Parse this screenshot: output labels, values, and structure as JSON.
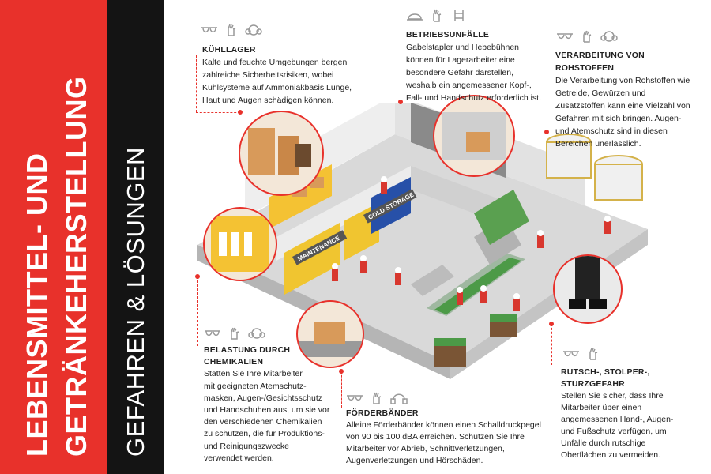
{
  "sidebar": {
    "title_line1": "LEBENSMITTEL- UND",
    "title_line2": "GETRÄNKEHERSTELLUNG",
    "subtitle": "GEFAHREN & LÖSUNGEN"
  },
  "scene": {
    "sign_maintenance": "MAINTENANCE",
    "sign_cold_storage": "COLD STORAGE"
  },
  "hazards": {
    "kuehllager": {
      "title": "KÜHLLAGER",
      "text_lines": [
        "Kalte und feuchte Umgebungen bergen",
        "zahlreiche Sicherheitsrisiken, wobei",
        "Kühlsysteme auf Ammoniakbasis Lunge,",
        "Haut und Augen schädigen können."
      ],
      "icons": [
        "safety-glasses-icon",
        "glove-icon",
        "respirator-icon"
      ]
    },
    "betriebsunfaelle": {
      "title": "BETRIEBSUNFÄLLE",
      "text_lines": [
        "Gabelstapler und Hebebühnen",
        "können für Lagerarbeiter eine",
        "besondere Gefahr darstellen,",
        "weshalb ein angemessener Kopf-,",
        "Fall- und Handschutz erforderlich ist."
      ],
      "icons": [
        "hard-hat-icon",
        "glove-icon",
        "harness-icon"
      ]
    },
    "rohstoffe": {
      "title": "VERARBEITUNG VON ROHSTOFFEN",
      "text_lines": [
        "Die Verarbeitung von Rohstoffen wie",
        "Getreide, Gewürzen und",
        "Zusatzstoffen kann eine Vielzahl von",
        "Gefahren mit sich bringen. Augen-",
        "und Atemschutz sind in diesen",
        "Bereichen unerlässlich."
      ],
      "icons": [
        "safety-glasses-icon",
        "glove-icon",
        "respirator-icon"
      ]
    },
    "chemikalien": {
      "title_line1": "BELASTUNG DURCH",
      "title_line2": "CHEMIKALIEN",
      "text_lines": [
        "Statten Sie Ihre Mitarbeiter",
        "mit geeigneten Atemschutz-",
        "masken, Augen-/Gesichtsschutz",
        "und Handschuhen aus, um sie vor",
        "den verschiedenen Chemikalien",
        "zu schützen, die für Produktions-",
        "und Reinigungszwecke",
        "verwendet werden."
      ],
      "icons": [
        "safety-glasses-icon",
        "glove-icon",
        "respirator-icon"
      ]
    },
    "foerderbaender": {
      "title": "FÖRDERBÄNDER",
      "text_lines": [
        "Alleine Förderbänder können einen Schalldruckpegel",
        "von 90 bis 100 dBA erreichen. Schützen Sie Ihre",
        "Mitarbeiter vor Abrieb, Schnittverletzungen,",
        "Augenverletzungen und Hörschäden."
      ],
      "icons": [
        "safety-glasses-icon",
        "glove-icon",
        "ear-muffs-icon"
      ]
    },
    "rutsch": {
      "title_line1": "RUTSCH-, STOLPER-,",
      "title_line2": "STURZGEFAHR",
      "text_lines": [
        "Stellen Sie sicher, dass Ihre",
        "Mitarbeiter über einen",
        "angemessenen Hand-, Augen-",
        "und Fußschutz verfügen, um",
        "Unfälle durch rutschige",
        "Oberflächen zu vermeiden."
      ],
      "icons": [
        "safety-glasses-icon",
        "glove-icon"
      ]
    }
  },
  "colors": {
    "accent": "#e8312b",
    "dark": "#141414",
    "icon": "#9a9a9a"
  }
}
